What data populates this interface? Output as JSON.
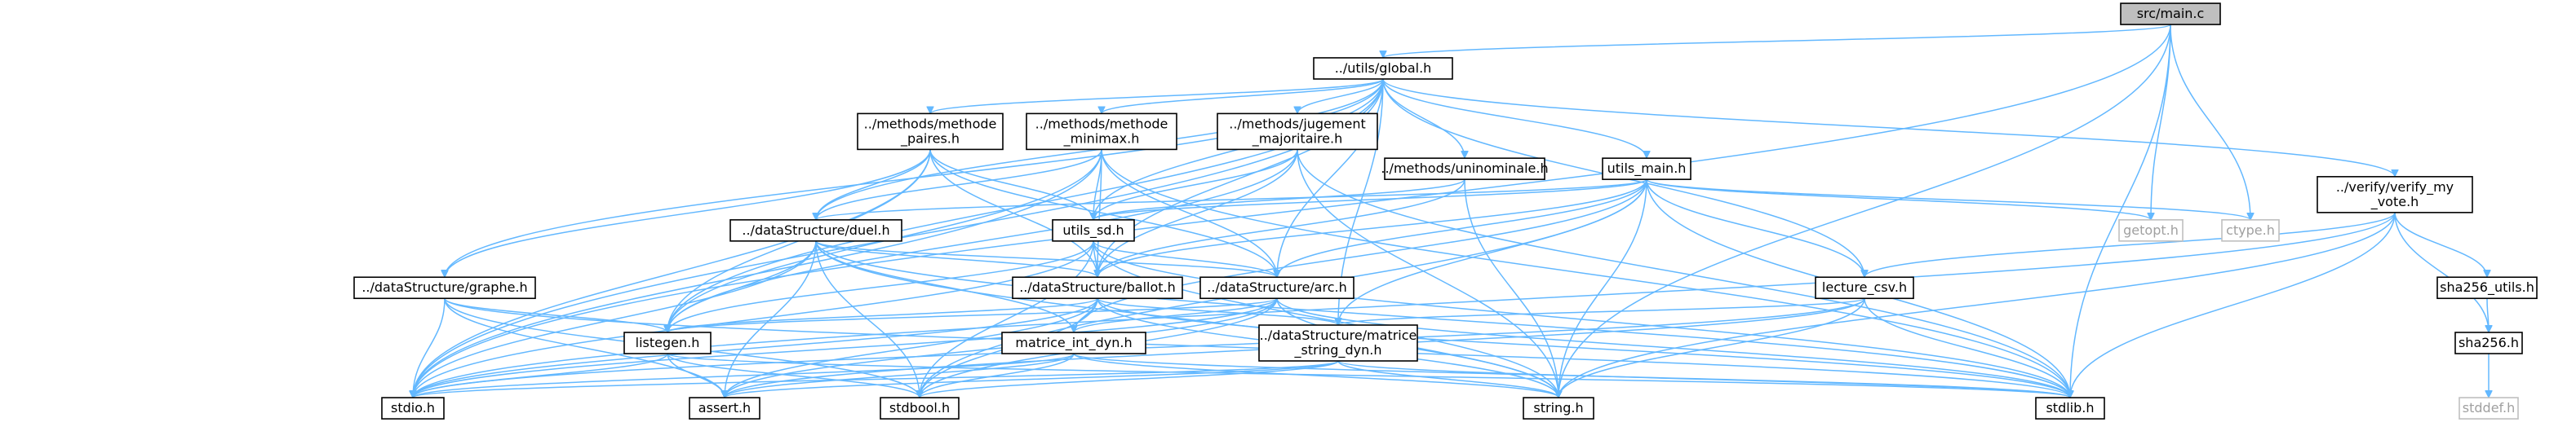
{
  "graph": {
    "kind": "include-dependency-graph",
    "colors": {
      "edge": "#63b8ff",
      "root_fill": "#bfbfbf",
      "box": "#000000",
      "system_box": "#bfbfbf",
      "system_text": "#a0a0a0"
    },
    "nodes": [
      {
        "id": "main",
        "label": "src/main.c",
        "root": true
      },
      {
        "id": "global",
        "label": "../utils/global.h"
      },
      {
        "id": "mpaires",
        "label": "../methods/methode\n_paires.h"
      },
      {
        "id": "mminimax",
        "label": "../methods/methode\n_minimax.h"
      },
      {
        "id": "jugement",
        "label": "../methods/jugement\n_majoritaire.h"
      },
      {
        "id": "uninom",
        "label": "../methods/uninominale.h"
      },
      {
        "id": "utilsmain",
        "label": "utils_main.h"
      },
      {
        "id": "verify",
        "label": "../verify/verify_my\n_vote.h"
      },
      {
        "id": "duel",
        "label": "../dataStructure/duel.h"
      },
      {
        "id": "utilssd",
        "label": "utils_sd.h"
      },
      {
        "id": "graphe",
        "label": "../dataStructure/graphe.h"
      },
      {
        "id": "ballot",
        "label": "../dataStructure/ballot.h"
      },
      {
        "id": "arc",
        "label": "../dataStructure/arc.h"
      },
      {
        "id": "lecture",
        "label": "lecture_csv.h"
      },
      {
        "id": "sha256u",
        "label": "sha256_utils.h"
      },
      {
        "id": "listegen",
        "label": "listegen.h"
      },
      {
        "id": "matint",
        "label": "matrice_int_dyn.h"
      },
      {
        "id": "matstr",
        "label": "../dataStructure/matrice\n_string_dyn.h"
      },
      {
        "id": "sha256",
        "label": "sha256.h"
      },
      {
        "id": "getopt",
        "label": "getopt.h",
        "system": true
      },
      {
        "id": "ctype",
        "label": "ctype.h",
        "system": true
      },
      {
        "id": "stdio",
        "label": "stdio.h"
      },
      {
        "id": "assert",
        "label": "assert.h"
      },
      {
        "id": "stdbool",
        "label": "stdbool.h"
      },
      {
        "id": "string",
        "label": "string.h"
      },
      {
        "id": "stdlib",
        "label": "stdlib.h"
      },
      {
        "id": "stddef",
        "label": "stddef.h",
        "system": true
      }
    ],
    "edges": [
      [
        "main",
        "global"
      ],
      [
        "main",
        "getopt"
      ],
      [
        "main",
        "ctype"
      ],
      [
        "main",
        "stdio"
      ],
      [
        "main",
        "string"
      ],
      [
        "main",
        "stdlib"
      ],
      [
        "global",
        "mpaires"
      ],
      [
        "global",
        "mminimax"
      ],
      [
        "global",
        "jugement"
      ],
      [
        "global",
        "uninom"
      ],
      [
        "global",
        "utilsmain"
      ],
      [
        "global",
        "verify"
      ],
      [
        "global",
        "duel"
      ],
      [
        "global",
        "utilssd"
      ],
      [
        "global",
        "graphe"
      ],
      [
        "global",
        "ballot"
      ],
      [
        "global",
        "arc"
      ],
      [
        "global",
        "lecture"
      ],
      [
        "global",
        "listegen"
      ],
      [
        "global",
        "matstr"
      ],
      [
        "global",
        "stdio"
      ],
      [
        "mpaires",
        "duel"
      ],
      [
        "mpaires",
        "utilssd"
      ],
      [
        "mpaires",
        "graphe"
      ],
      [
        "mpaires",
        "ballot"
      ],
      [
        "mpaires",
        "arc"
      ],
      [
        "mpaires",
        "listegen"
      ],
      [
        "mpaires",
        "stdio"
      ],
      [
        "mminimax",
        "duel"
      ],
      [
        "mminimax",
        "utilssd"
      ],
      [
        "mminimax",
        "ballot"
      ],
      [
        "mminimax",
        "arc"
      ],
      [
        "mminimax",
        "listegen"
      ],
      [
        "mminimax",
        "stdio"
      ],
      [
        "mminimax",
        "stdlib"
      ],
      [
        "jugement",
        "utilssd"
      ],
      [
        "jugement",
        "ballot"
      ],
      [
        "jugement",
        "listegen"
      ],
      [
        "jugement",
        "string"
      ],
      [
        "jugement",
        "stdlib"
      ],
      [
        "uninom",
        "utilssd"
      ],
      [
        "uninom",
        "ballot"
      ],
      [
        "uninom",
        "string"
      ],
      [
        "utilsmain",
        "duel"
      ],
      [
        "utilsmain",
        "utilssd"
      ],
      [
        "utilsmain",
        "ballot"
      ],
      [
        "utilsmain",
        "arc"
      ],
      [
        "utilsmain",
        "lecture"
      ],
      [
        "utilsmain",
        "matint"
      ],
      [
        "utilsmain",
        "matstr"
      ],
      [
        "utilsmain",
        "getopt"
      ],
      [
        "utilsmain",
        "ctype"
      ],
      [
        "utilsmain",
        "string"
      ],
      [
        "utilsmain",
        "stdlib"
      ],
      [
        "utilsmain",
        "stdbool"
      ],
      [
        "verify",
        "lecture"
      ],
      [
        "verify",
        "sha256u"
      ],
      [
        "verify",
        "sha256"
      ],
      [
        "verify",
        "stdlib"
      ],
      [
        "verify",
        "stdio"
      ],
      [
        "verify",
        "string"
      ],
      [
        "duel",
        "ballot"
      ],
      [
        "duel",
        "arc"
      ],
      [
        "duel",
        "listegen"
      ],
      [
        "duel",
        "matint"
      ],
      [
        "duel",
        "stdio"
      ],
      [
        "duel",
        "assert"
      ],
      [
        "duel",
        "stdbool"
      ],
      [
        "duel",
        "string"
      ],
      [
        "duel",
        "stdlib"
      ],
      [
        "utilssd",
        "ballot"
      ],
      [
        "utilssd",
        "arc"
      ],
      [
        "utilssd",
        "listegen"
      ],
      [
        "utilssd",
        "stdio"
      ],
      [
        "utilssd",
        "stdbool"
      ],
      [
        "utilssd",
        "string"
      ],
      [
        "utilssd",
        "stdlib"
      ],
      [
        "graphe",
        "listegen"
      ],
      [
        "graphe",
        "stdio"
      ],
      [
        "graphe",
        "assert"
      ],
      [
        "graphe",
        "stdbool"
      ],
      [
        "graphe",
        "stdlib"
      ],
      [
        "ballot",
        "listegen"
      ],
      [
        "ballot",
        "matint"
      ],
      [
        "ballot",
        "matstr"
      ],
      [
        "ballot",
        "stdio"
      ],
      [
        "ballot",
        "assert"
      ],
      [
        "ballot",
        "stdbool"
      ],
      [
        "ballot",
        "string"
      ],
      [
        "ballot",
        "stdlib"
      ],
      [
        "arc",
        "listegen"
      ],
      [
        "arc",
        "matint"
      ],
      [
        "arc",
        "stdio"
      ],
      [
        "arc",
        "assert"
      ],
      [
        "arc",
        "stdbool"
      ],
      [
        "arc",
        "string"
      ],
      [
        "arc",
        "stdlib"
      ],
      [
        "lecture",
        "matstr"
      ],
      [
        "lecture",
        "stdio"
      ],
      [
        "lecture",
        "string"
      ],
      [
        "lecture",
        "stdlib"
      ],
      [
        "lecture",
        "assert"
      ],
      [
        "sha256u",
        "sha256"
      ],
      [
        "sha256",
        "stddef"
      ],
      [
        "listegen",
        "stdio"
      ],
      [
        "listegen",
        "assert"
      ],
      [
        "listegen",
        "stdbool"
      ],
      [
        "listegen",
        "stdlib"
      ],
      [
        "matint",
        "stdio"
      ],
      [
        "matint",
        "assert"
      ],
      [
        "matint",
        "stdbool"
      ],
      [
        "matint",
        "string"
      ],
      [
        "matint",
        "stdlib"
      ],
      [
        "matstr",
        "stdio"
      ],
      [
        "matstr",
        "assert"
      ],
      [
        "matstr",
        "stdbool"
      ],
      [
        "matstr",
        "string"
      ],
      [
        "matstr",
        "stdlib"
      ]
    ]
  }
}
